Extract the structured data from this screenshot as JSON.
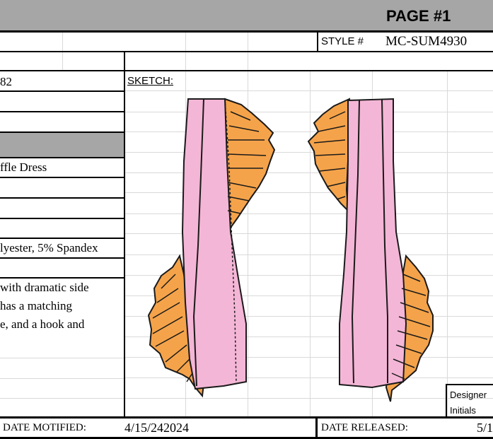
{
  "header": {
    "page_label": "PAGE #1",
    "style_label": "STYLE #",
    "style_value": "MC-SUM4930"
  },
  "left_column": {
    "row1_value": "82",
    "fabric_name": "ffle Dress",
    "content": "lyester, 5% Spandex",
    "description_lines": [
      " with dramatic side",
      "has a matching",
      "e, and a hook and"
    ]
  },
  "sketch": {
    "label": "SKETCH:",
    "colors": {
      "body": "#f4b6d6",
      "ruffle": "#f5a34a",
      "outline": "#1a1a1a"
    }
  },
  "designer_box": {
    "line1": "Designer",
    "line2": "Initials"
  },
  "footer": {
    "date_modified_label": "DATE MOTIFIED:",
    "date_modified_value": "4/15/242024",
    "date_released_label": "DATE RELEASED:",
    "date_released_value": "5/1/"
  }
}
